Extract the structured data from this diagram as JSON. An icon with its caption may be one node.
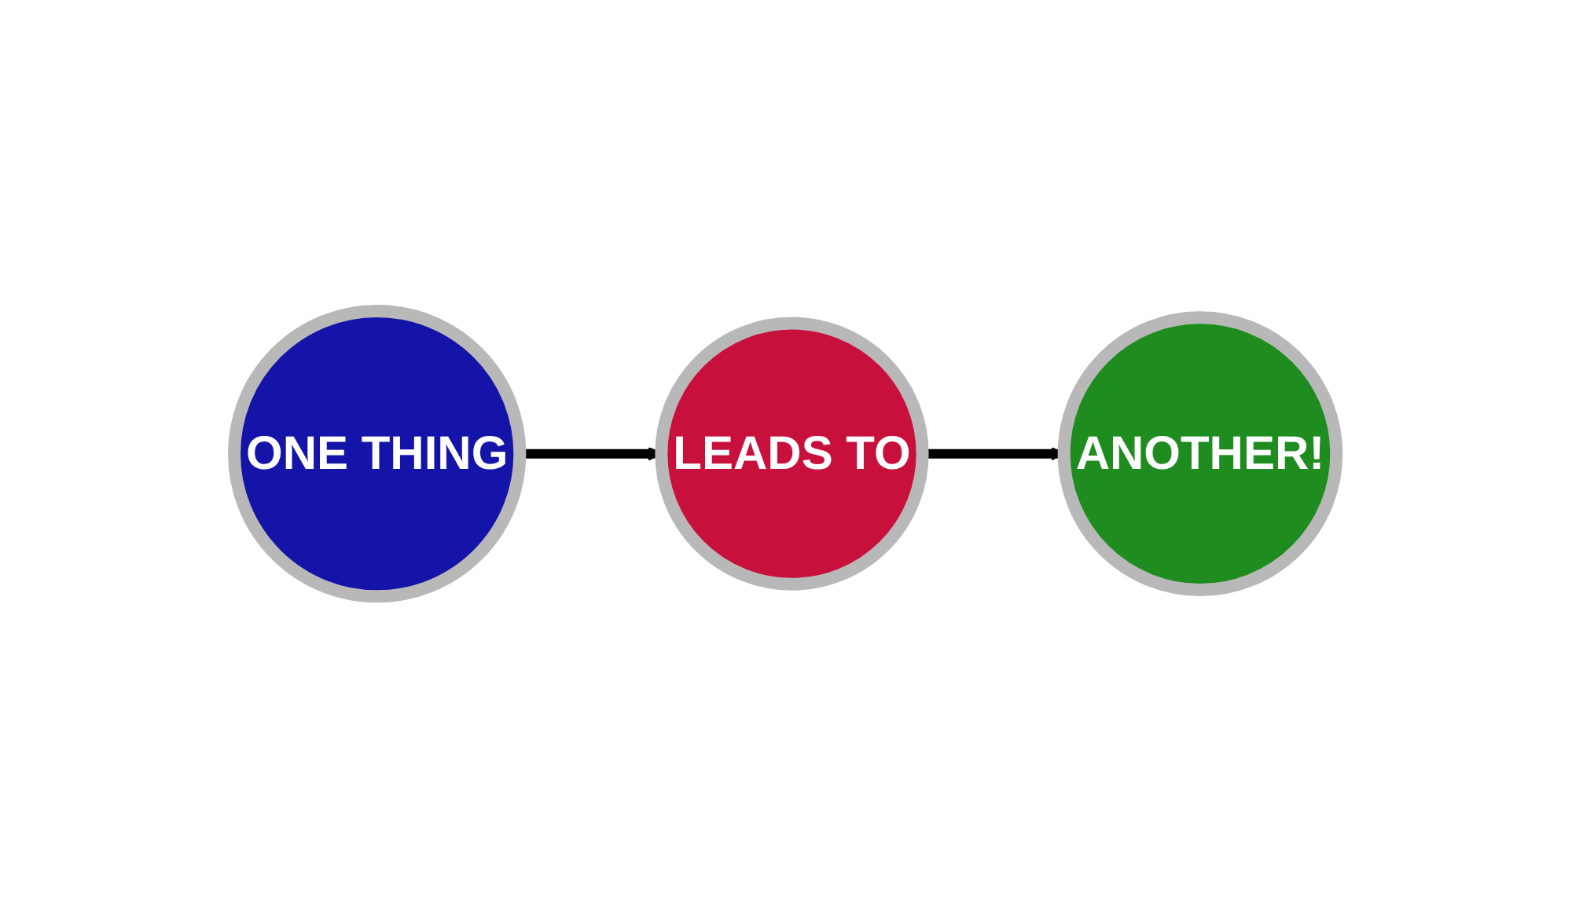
{
  "diagram": {
    "nodes": [
      {
        "text": [
          "ONE THING"
        ]
      },
      {
        "text": [
          "LEADS TO"
        ]
      },
      {
        "text": [
          "ANOTHER!"
        ]
      }
    ],
    "edges": [
      {
        "from": 0,
        "to": 1,
        "arrow": "to"
      },
      {
        "from": 1,
        "to": 2,
        "arrow": "to"
      }
    ]
  }
}
